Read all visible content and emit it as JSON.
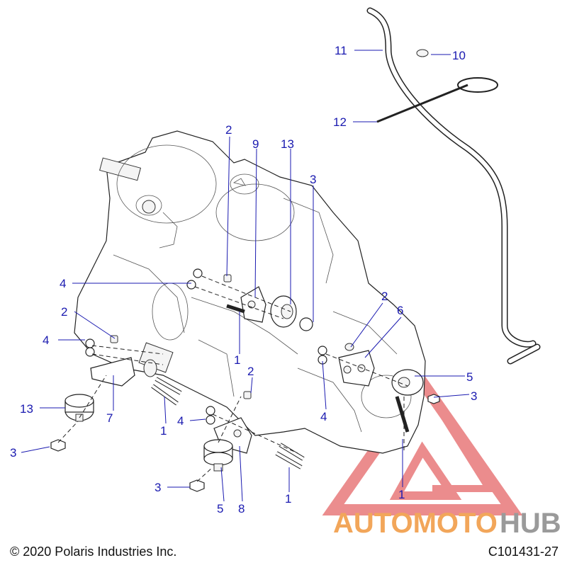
{
  "footer": {
    "copyright": "© 2020 Polaris Industries Inc.",
    "figure_code": "C101431-27"
  },
  "watermark": {
    "part1": "AUTOMOTO",
    "part2": "HUB",
    "color_part1": "#f2a65a",
    "color_part2": "#9a9a9a",
    "triangle_color": "#e8797a"
  },
  "callout_color": "#1a1ab0",
  "callouts": [
    {
      "id": "c11",
      "text": "11"
    },
    {
      "id": "c10",
      "text": "10"
    },
    {
      "id": "c12",
      "text": "12"
    },
    {
      "id": "c2a",
      "text": "2"
    },
    {
      "id": "c9",
      "text": "9"
    },
    {
      "id": "c13a",
      "text": "13"
    },
    {
      "id": "c3a",
      "text": "3"
    },
    {
      "id": "c4a",
      "text": "4"
    },
    {
      "id": "c2b",
      "text": "2"
    },
    {
      "id": "c6",
      "text": "6"
    },
    {
      "id": "c2c",
      "text": "2"
    },
    {
      "id": "c4b",
      "text": "4"
    },
    {
      "id": "c1a",
      "text": "1"
    },
    {
      "id": "c2d",
      "text": "2"
    },
    {
      "id": "c5a",
      "text": "5"
    },
    {
      "id": "c3b",
      "text": "3"
    },
    {
      "id": "c13b",
      "text": "13"
    },
    {
      "id": "c7",
      "text": "7"
    },
    {
      "id": "c1b",
      "text": "1"
    },
    {
      "id": "c4c",
      "text": "4"
    },
    {
      "id": "c4d",
      "text": "4"
    },
    {
      "id": "c3c",
      "text": "3"
    },
    {
      "id": "c8",
      "text": "8"
    },
    {
      "id": "c1c",
      "text": "1"
    },
    {
      "id": "c3d",
      "text": "3"
    },
    {
      "id": "c5b",
      "text": "5"
    },
    {
      "id": "c1d",
      "text": "1"
    }
  ]
}
